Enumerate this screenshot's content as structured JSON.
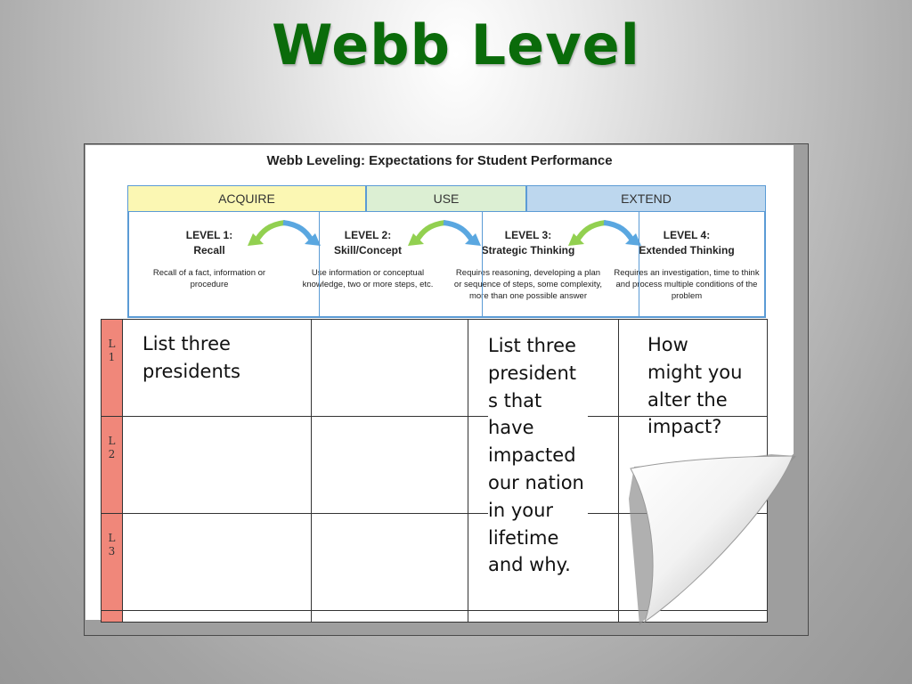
{
  "title": "Webb Level",
  "document": {
    "heading": "Webb Leveling:  Expectations for Student Performance",
    "bands": [
      "ACQUIRE",
      "USE",
      "EXTEND"
    ],
    "levels": [
      {
        "title": "LEVEL 1:",
        "subtitle": "Recall",
        "desc": "Recall of a fact, information or procedure"
      },
      {
        "title": "LEVEL 2:",
        "subtitle": "Skill/Concept",
        "desc": "Use information or conceptual knowledge, two or more steps, etc."
      },
      {
        "title": "LEVEL 3:",
        "subtitle": "Strategic Thinking",
        "desc": "Requires reasoning, developing a plan or sequence of steps, some complexity, more than one possible answer"
      },
      {
        "title": "LEVEL 4:",
        "subtitle": "Extended Thinking",
        "desc": "Requires an investigation, time to think and process multiple conditions of the problem"
      }
    ]
  },
  "grid": {
    "row_labels": [
      "L\n1",
      "L\n2",
      "L\n3"
    ],
    "col1_text": "List three\npresidents",
    "col3_text": "List three\npresident\ns that\nhave\nimpacted\nour nation\nin your\nlifetime\nand why.",
    "col4_text": "How\nmight you\nalter the\nimpact?"
  },
  "colors": {
    "title": "#0a6b0a",
    "row_header": "#f0877a",
    "acquire": "#fbf7b3",
    "use": "#dcefd3",
    "extend": "#bdd7ee",
    "arrow_green": "#92d050",
    "arrow_blue": "#5aa7e0"
  }
}
